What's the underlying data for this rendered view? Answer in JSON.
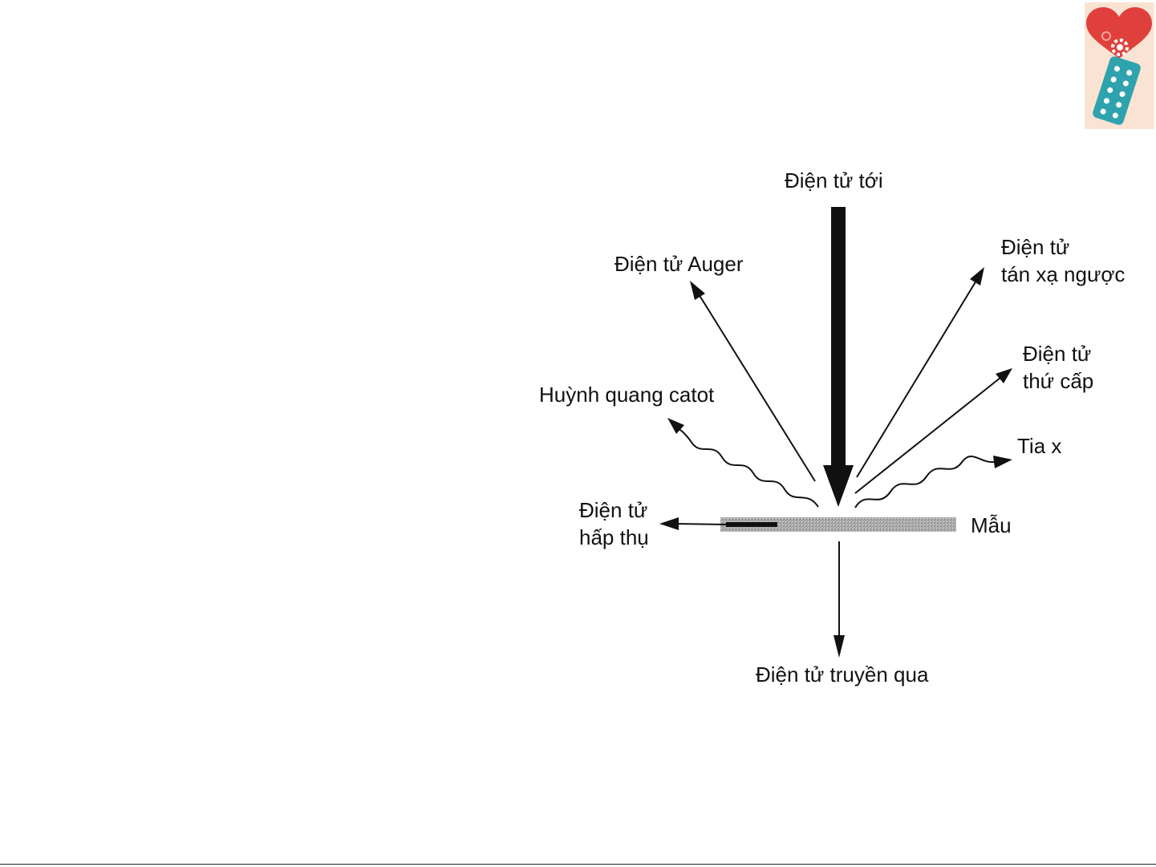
{
  "diagram": {
    "labels": {
      "incident": "Điện tử tới",
      "auger": "Điện tử Auger",
      "backscatter_line1": "Điện tử",
      "backscatter_line2": "tán xạ ngược",
      "secondary_line1": "Điện tử",
      "secondary_line2": "thứ cấp",
      "cathodoluminescence": "Huỳnh quang catot",
      "xray": "Tia x",
      "absorbed_line1": "Điện tử",
      "absorbed_line2": "hấp thụ",
      "sample": "Mẫu",
      "transmitted": "Điện tử truyền qua"
    }
  },
  "colors": {
    "ink": "#111111",
    "sample_gray": "#a6a6a6",
    "heart_red": "#e0403c",
    "pill_teal": "#2fa3ad",
    "logo_bg": "#fbe3d4"
  },
  "logo": {
    "icons": [
      "heart-icon",
      "gear-icon",
      "pill-pack-icon"
    ]
  }
}
